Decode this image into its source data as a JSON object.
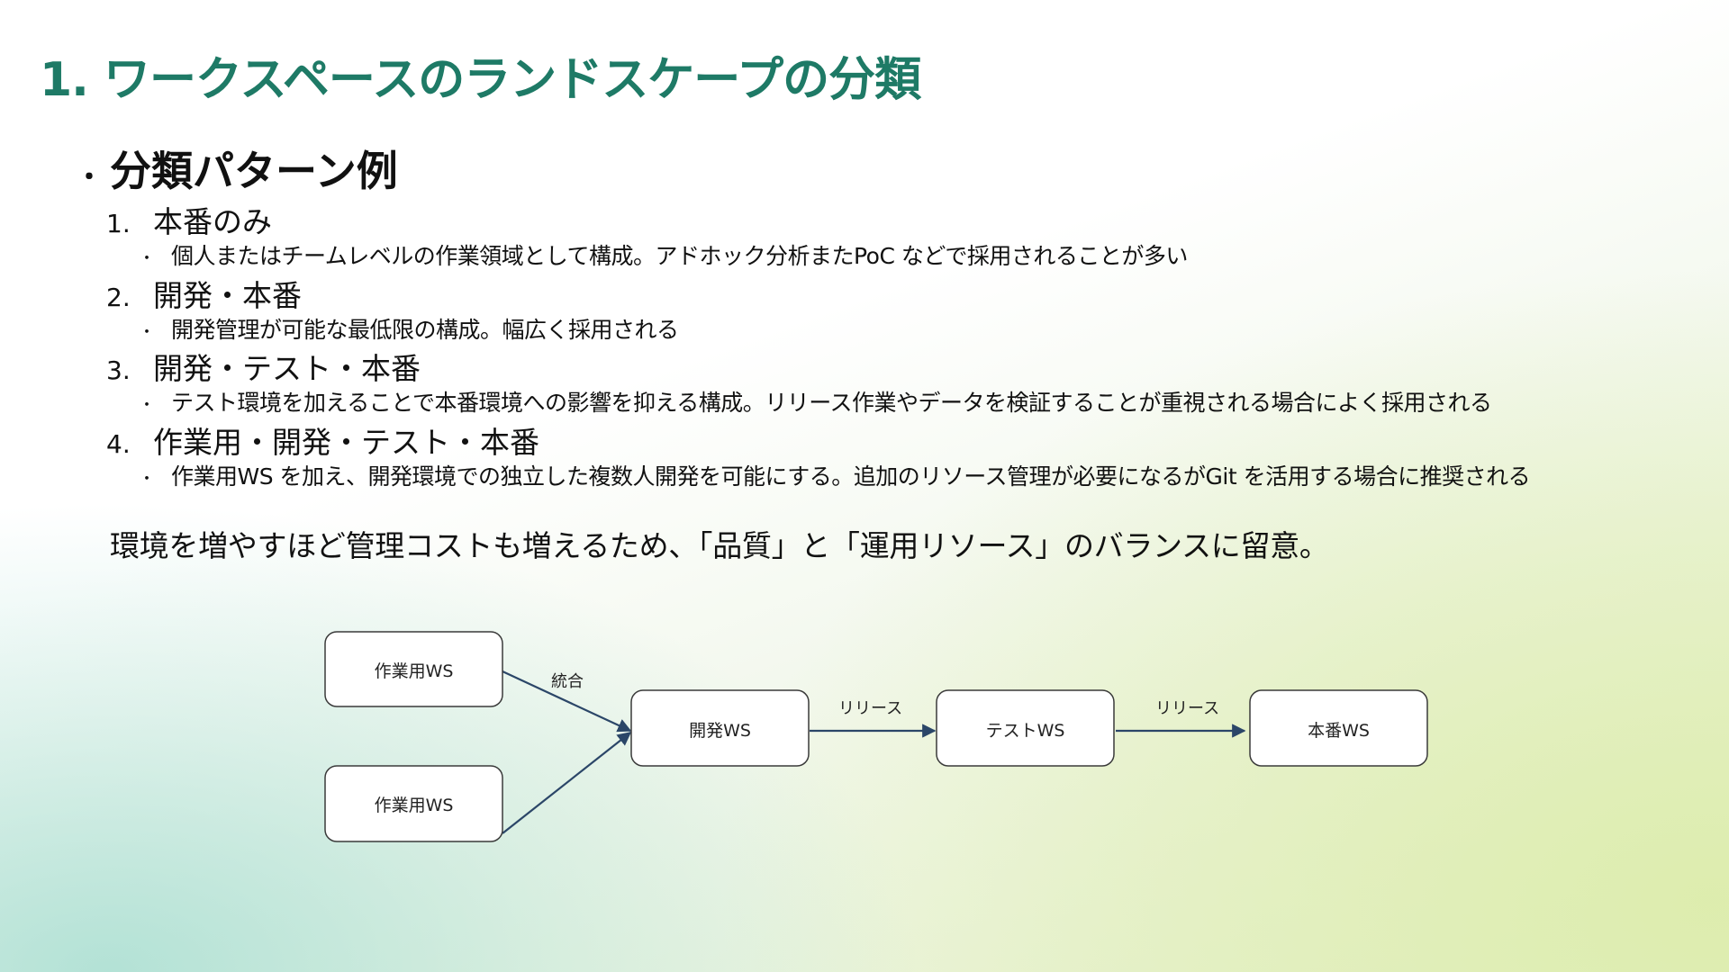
{
  "title": "1. ワークスペースのランドスケープの分類",
  "section": {
    "bullet": "・",
    "heading": "分類パターン例"
  },
  "patterns": [
    {
      "number": "1.",
      "title": "本番のみ",
      "bullet": "・",
      "description": "個人またはチームレベルの作業領域として構成。アドホック分析またPoC などで採用されることが多い"
    },
    {
      "number": "2.",
      "title": "開発・本番",
      "bullet": "・",
      "description": "開発管理が可能な最低限の構成。幅広く採用される"
    },
    {
      "number": "3.",
      "title": "開発・テスト・本番",
      "bullet": "・",
      "description": "テスト環境を加えることで本番環境への影響を抑える構成。リリース作業やデータを検証することが重視される場合によく採用される"
    },
    {
      "number": "4.",
      "title": "作業用・開発・テスト・本番",
      "bullet": "・",
      "description": "作業用WS を加え、開発環境での独立した複数人開発を可能にする。追加のリソース管理が必要になるがGit を活用する場合に推奨される"
    }
  ],
  "note": "環境を増やすほど管理コストも増えるため、「品質」と「運用リソース」のバランスに留意。",
  "diagram": {
    "nodes": {
      "work_ws_1": "作業用WS",
      "work_ws_2": "作業用WS",
      "dev_ws": "開発WS",
      "test_ws": "テストWS",
      "prod_ws": "本番WS"
    },
    "edges": {
      "merge": "統合",
      "release_1": "リリース",
      "release_2": "リリース"
    }
  },
  "colors": {
    "title": "#1e7a66",
    "arrow": "#2b4668"
  }
}
